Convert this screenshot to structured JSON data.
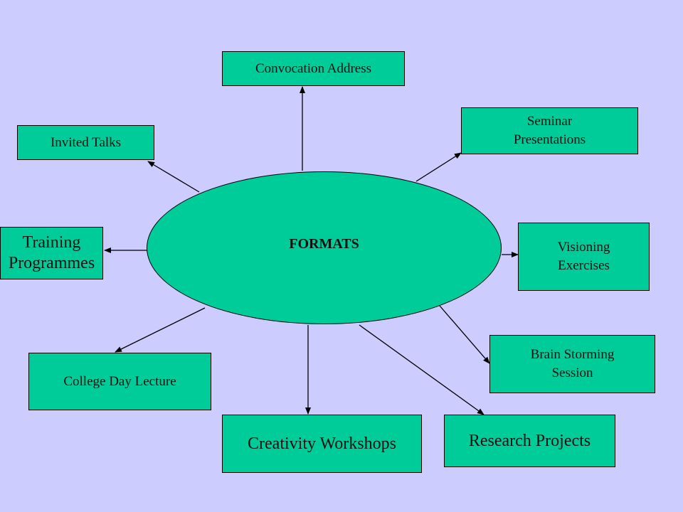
{
  "center": {
    "label": "FORMATS"
  },
  "nodes": [
    {
      "id": "convocation",
      "label": "Convocation Address"
    },
    {
      "id": "seminar",
      "label": "Seminar\nPresentations"
    },
    {
      "id": "invited",
      "label": "Invited Talks"
    },
    {
      "id": "training",
      "label": "Training\nProgrammes"
    },
    {
      "id": "visioning",
      "label": "Visioning\nExercises"
    },
    {
      "id": "brainstorming",
      "label": "Brain Storming\nSession"
    },
    {
      "id": "college",
      "label": "College Day Lecture"
    },
    {
      "id": "creativity",
      "label": "Creativity Workshops"
    },
    {
      "id": "research",
      "label": "Research Projects"
    }
  ],
  "colors": {
    "background": "#ccccff",
    "node_fill": "#00cc99",
    "stroke": "#000000"
  }
}
